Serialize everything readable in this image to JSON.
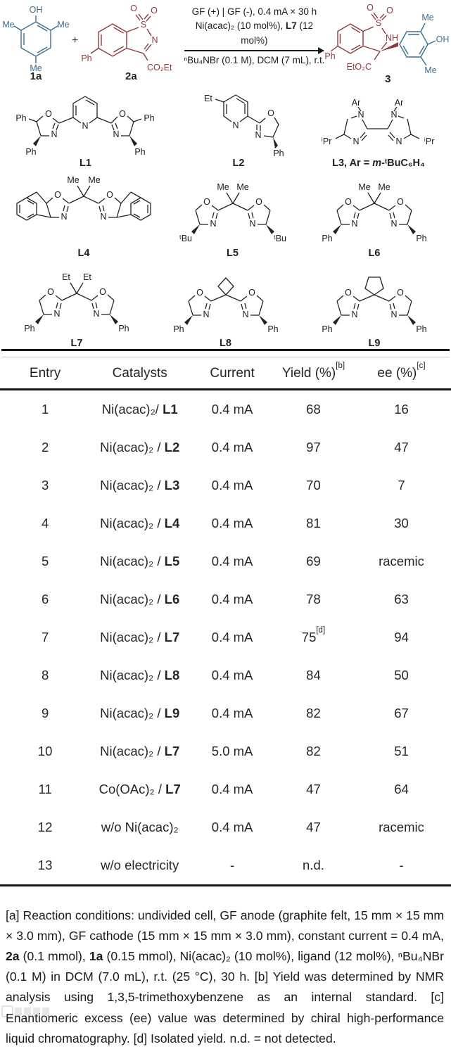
{
  "scheme": {
    "plus": "+",
    "conditions": {
      "line1": "GF (+) | GF (-), 0.4 mA × 30 h",
      "line2_pre": "Ni(acac)₂ (10 mol%), ",
      "line2_bold": "L7",
      "line2_post": " (12 mol%)",
      "line3": "ⁿBu₄NBr (0.1 M), DCM (7 mL), r.t."
    },
    "colors": {
      "blue": "#3d6d8e",
      "red": "#8e3a3c"
    },
    "c1a": {
      "caption": "1a",
      "labels": [
        "OH",
        "Me",
        "Me",
        "Me"
      ]
    },
    "c2a": {
      "caption": "2a",
      "labels": [
        "O",
        "O",
        "S",
        "N",
        "CO₂Et",
        "Ph"
      ]
    },
    "c3": {
      "caption": "3",
      "red": [
        "O",
        "O",
        "S",
        "NH",
        "EtO₂C",
        "Ph"
      ],
      "blue": [
        "Me",
        "OH",
        "Me"
      ]
    }
  },
  "ligands": [
    {
      "caption": "L1",
      "labels": [
        "Ph",
        "O",
        "N",
        "Ph",
        "N",
        "O",
        "N",
        "Ph",
        "Ph"
      ]
    },
    {
      "caption": "L2",
      "labels": [
        "Et",
        "N",
        "O",
        "N",
        "Ph"
      ]
    },
    {
      "caption_pre": "L3, Ar = ",
      "caption_m": "m",
      "caption_post": "-ᵗBuC₆H₄",
      "labels": [
        "Ar",
        "Ar",
        "N",
        "N",
        "N",
        "N",
        "ⁱPr",
        "ⁱPr"
      ]
    },
    {
      "caption": "L4",
      "labels": [
        "Me",
        "Me",
        "O",
        "N",
        "O",
        "N"
      ]
    },
    {
      "caption": "L5",
      "labels": [
        "Me",
        "Me",
        "O",
        "N",
        "ᵗBu",
        "O",
        "N",
        "ᵗBu"
      ]
    },
    {
      "caption": "L6",
      "labels": [
        "Me",
        "Me",
        "O",
        "N",
        "Ph",
        "O",
        "N",
        "Ph"
      ]
    },
    {
      "caption": "L7",
      "labels": [
        "Et",
        "Et",
        "O",
        "N",
        "Ph",
        "O",
        "N",
        "Ph"
      ]
    },
    {
      "caption": "L8",
      "labels": [
        "O",
        "N",
        "Ph",
        "O",
        "N",
        "Ph"
      ]
    },
    {
      "caption": "L9",
      "labels": [
        "O",
        "N",
        "Ph",
        "O",
        "N",
        "Ph"
      ]
    }
  ],
  "table": {
    "headers": {
      "entry": "Entry",
      "catalysts": "Catalysts",
      "current": "Current",
      "yield": "Yield (%)",
      "yield_sup": "[b]",
      "ee": "ee (%)",
      "ee_sup": "[c]"
    },
    "rows": [
      {
        "entry": "1",
        "cat_pre": "Ni(acac)₂/ ",
        "cat_ligand": "L1",
        "current": "0.4 mA",
        "yield": "68",
        "yield_sup": "",
        "ee": "16"
      },
      {
        "entry": "2",
        "cat_pre": "Ni(acac)₂ / ",
        "cat_ligand": "L2",
        "current": "0.4 mA",
        "yield": "97",
        "yield_sup": "",
        "ee": "47"
      },
      {
        "entry": "3",
        "cat_pre": "Ni(acac)₂ / ",
        "cat_ligand": "L3",
        "current": "0.4 mA",
        "yield": "70",
        "yield_sup": "",
        "ee": "7"
      },
      {
        "entry": "4",
        "cat_pre": "Ni(acac)₂ / ",
        "cat_ligand": "L4",
        "current": "0.4 mA",
        "yield": "81",
        "yield_sup": "",
        "ee": "30"
      },
      {
        "entry": "5",
        "cat_pre": "Ni(acac)₂ / ",
        "cat_ligand": "L5",
        "current": "0.4 mA",
        "yield": "69",
        "yield_sup": "",
        "ee": "racemic"
      },
      {
        "entry": "6",
        "cat_pre": "Ni(acac)₂ / ",
        "cat_ligand": "L6",
        "current": "0.4 mA",
        "yield": "78",
        "yield_sup": "",
        "ee": "63"
      },
      {
        "entry": "7",
        "cat_pre": "Ni(acac)₂ / ",
        "cat_ligand": "L7",
        "current": "0.4 mA",
        "yield": "75",
        "yield_sup": "[d]",
        "ee": "94"
      },
      {
        "entry": "8",
        "cat_pre": "Ni(acac)₂ / ",
        "cat_ligand": "L8",
        "current": "0.4 mA",
        "yield": "84",
        "yield_sup": "",
        "ee": "50"
      },
      {
        "entry": "9",
        "cat_pre": "Ni(acac)₂ / ",
        "cat_ligand": "L9",
        "current": "0.4 mA",
        "yield": "82",
        "yield_sup": "",
        "ee": "67"
      },
      {
        "entry": "10",
        "cat_pre": "Ni(acac)₂ / ",
        "cat_ligand": "L7",
        "current": "5.0 mA",
        "yield": "82",
        "yield_sup": "",
        "ee": "51"
      },
      {
        "entry": "11",
        "cat_pre": "Co(OAc)₂ / ",
        "cat_ligand": "L7",
        "current": "0.4 mA",
        "yield": "47",
        "yield_sup": "",
        "ee": "64"
      },
      {
        "entry": "12",
        "cat_pre": "w/o Ni(acac)₂",
        "cat_ligand": "",
        "current": "0.4 mA",
        "yield": "47",
        "yield_sup": "",
        "ee": "racemic"
      },
      {
        "entry": "13",
        "cat_pre": "w/o electricity",
        "cat_ligand": "",
        "current": "-",
        "yield": "n.d.",
        "yield_sup": "",
        "ee": "-"
      }
    ]
  },
  "footnotes": {
    "s1": "[a] Reaction conditions: undivided cell, GF anode (graphite felt, 15 mm × 15 mm × 3.0 mm), GF cathode (15 mm × 15 mm × 3.0 mm), constant current = 0.4 mA, ",
    "s2": "2a",
    "s3": " (0.1 mmol), ",
    "s4": "1a",
    "s5": " (0.15 mmol), Ni(acac)₂ (10 mol%), ligand (12 mol%), ⁿBu₄NBr (0.1 M) in DCM (7.0 mL), r.t. (25 °C), 30 h. [b] Yield was determined by NMR analysis using 1,3,5-trimethoxybenzene as an internal standard. [c] Enantiomeric excess (ee) value was determined by chiral high-performance liquid chromatography. [d] Isolated yield. n.d. = not detected."
  }
}
